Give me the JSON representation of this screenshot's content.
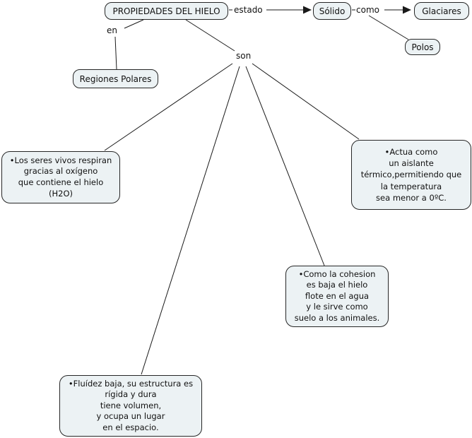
{
  "diagram": {
    "nodes": {
      "title": "PROPIEDADES DEL HIELO",
      "solid": "Sólido",
      "glaciers": "Glaciares",
      "poles": "Polos",
      "polar_regions": "Regiones Polares",
      "living_beings": "•Los seres vivos respiran\ngracias al oxígeno\nque contiene el hielo\n(H2O)",
      "thermal_insulator": "•Actua como\nun aislante\ntérmico,permitiendo que\nla temperatura\nsea menor a 0ºC.",
      "cohesion": "•Como la cohesion\nes baja el hielo\nflote en el agua\ny le sirve como\nsuelo a los animales.",
      "fluidity": "•Fluídez baja, su estructura es\nrígida y dura\ntiene volumen,\ny ocupa un lugar\nen el espacio."
    },
    "link_labels": {
      "estado": "estado",
      "como": "como",
      "en": "en",
      "son": "son"
    },
    "colors": {
      "node_fill": "#ecf2f4",
      "node_border": "#262626",
      "line": "#1a1a1a",
      "background": "#ffffff"
    }
  }
}
